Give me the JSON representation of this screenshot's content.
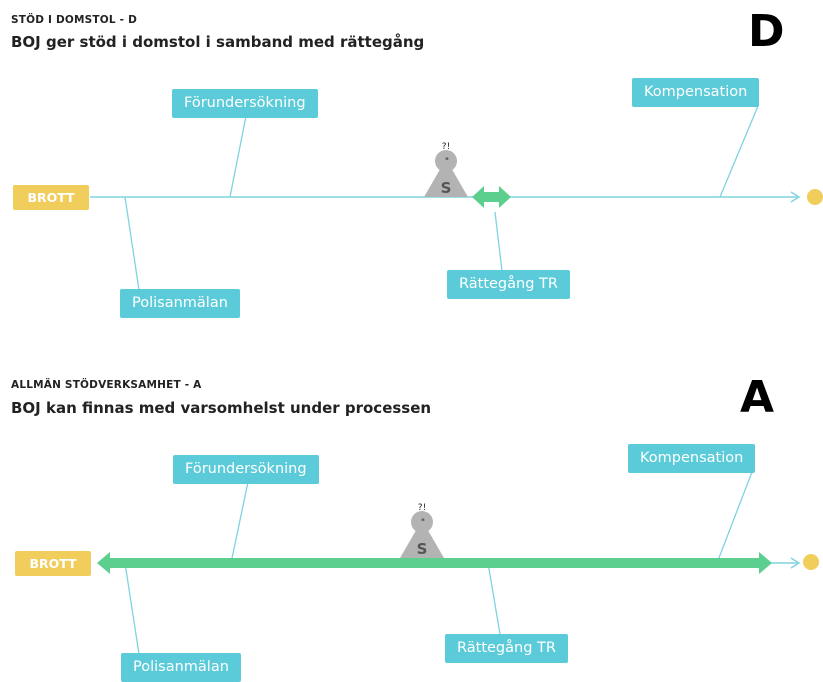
{
  "panels": [
    {
      "kicker": "STÖD I DOMSTOL - D",
      "subtitle": "BOJ ger stöd i domstol i samband med rättegång",
      "letter": "D",
      "start_label": "BROTT",
      "labels": {
        "forundersokning": "Förundersökning",
        "kompensation": "Kompensation",
        "polisanmalan": "Polisanmälan",
        "rattegang": "Rättegång TR"
      },
      "figure": {
        "mark": "?!",
        "quote": "\"",
        "letter": "S"
      }
    },
    {
      "kicker": "ALLMÄN STÖDVERKSAMHET - A",
      "subtitle": "BOJ kan finnas med varsomhelst under processen",
      "letter": "A",
      "start_label": "BROTT",
      "labels": {
        "forundersokning": "Förundersökning",
        "kompensation": "Kompensation",
        "polisanmalan": "Polisanmälan",
        "rattegang": "Rättegång TR"
      },
      "figure": {
        "mark": "?!",
        "quote": "\"",
        "letter": "S"
      }
    }
  ],
  "colors": {
    "label_bg": "#5bcbd9",
    "timeline": "#7fd3e0",
    "support_arrow": "#5ccf8f",
    "brott": "#f1cd5c",
    "end_dot": "#f1cd5c",
    "figure": "#b3b3b3"
  }
}
